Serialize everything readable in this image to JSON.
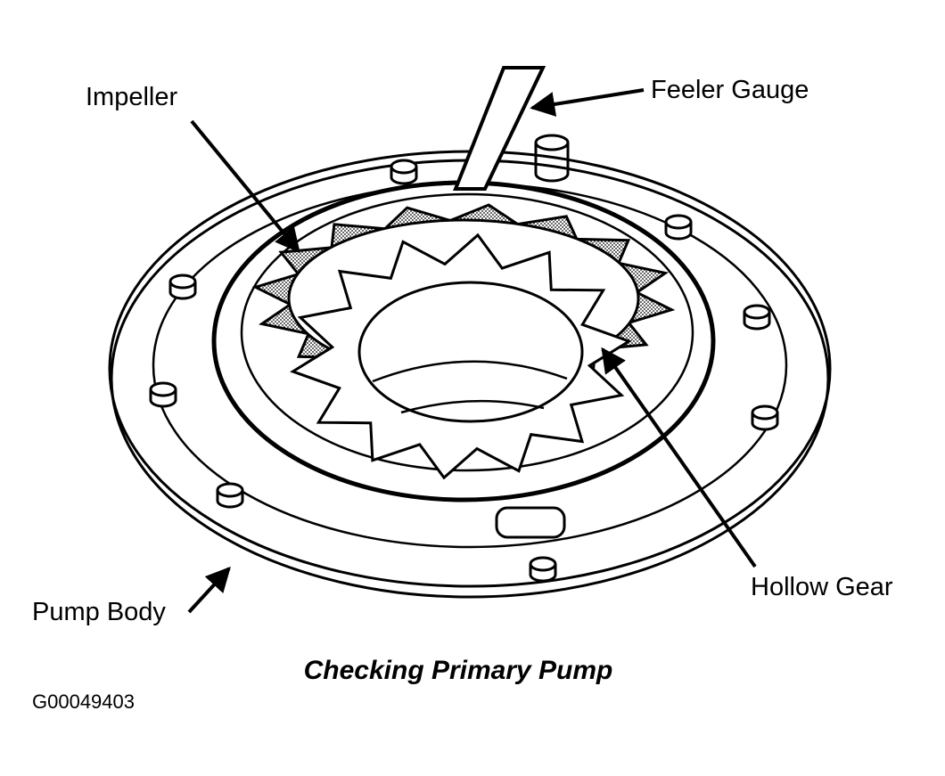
{
  "labels": {
    "impeller": "Impeller",
    "feeler_gauge": "Feeler Gauge",
    "hollow_gear": "Hollow Gear",
    "pump_body": "Pump Body"
  },
  "caption": "Checking Primary Pump",
  "figure_id": "G00049403",
  "colors": {
    "ink": "#000000",
    "paper": "#ffffff",
    "shading": "#b8b8b8"
  }
}
